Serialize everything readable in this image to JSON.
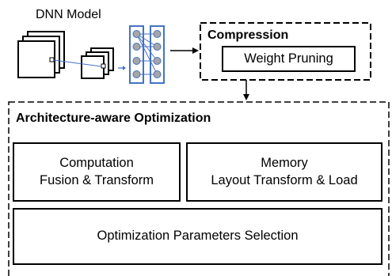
{
  "model_label": "DNN Model",
  "compression": {
    "title": "Compression",
    "weight_pruning": "Weight Pruning"
  },
  "optimization": {
    "title": "Architecture-aware Optimization",
    "computation_line1": "Computation",
    "computation_line2": "Fusion & Transform",
    "memory_line1": "Memory",
    "memory_line2": "Layout Transform & Load",
    "parameters": "Optimization Parameters Selection"
  },
  "colors": {
    "network_blue": "#4472c4",
    "node_gray": "#a6a6a6"
  }
}
